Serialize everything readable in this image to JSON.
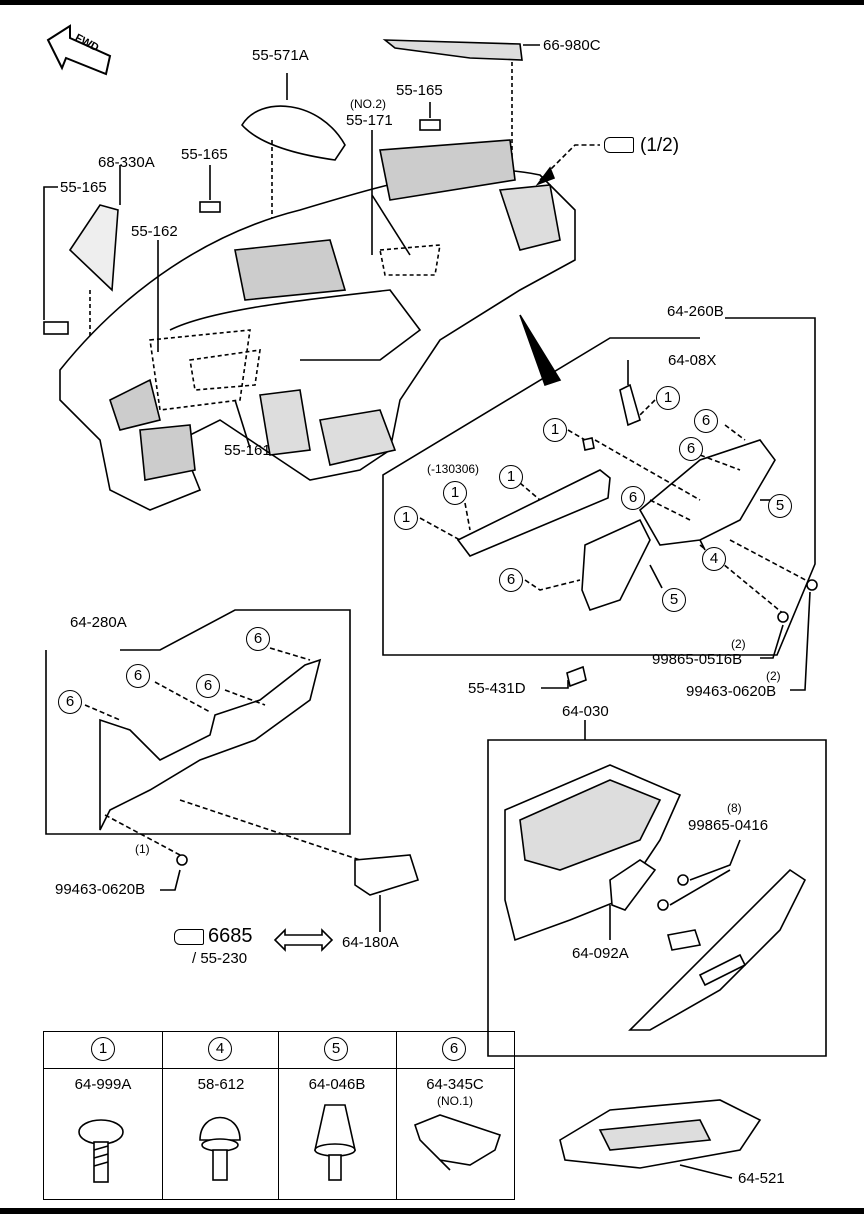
{
  "orientation": {
    "fwd_label": "FWD"
  },
  "references": {
    "page_ref": "(1/2)",
    "ref_6685": "6685",
    "ref_55230": "/ 55-230"
  },
  "labels": {
    "p66980C": "66-980C",
    "p55571A": "55-571A",
    "p55165_top": "55-165",
    "no2": "(NO.2)",
    "p55171": "55-171",
    "p68330A": "68-330A",
    "p55165_mid": "55-165",
    "p55165_left": "55-165",
    "p55162": "55-162",
    "p55161": "55-161",
    "p64260B": "64-260B",
    "p6408X": "64-08X",
    "date_code": "(-130306)",
    "p64280A": "64-280A",
    "p55431D": "55-431D",
    "p99865_0516B_qty": "(2)",
    "p99865_0516B": "99865-0516B",
    "p99463_0620B_qty": "(2)",
    "p99463_0620B": "99463-0620B",
    "p64030": "64-030",
    "p99865_0416_qty": "(8)",
    "p99865_0416": "99865-0416",
    "p99463_0620B_b_qty": "(1)",
    "p99463_0620B_b": "99463-0620B",
    "p64180A": "64-180A",
    "p64092A": "64-092A",
    "p64521": "64-521"
  },
  "callouts": {
    "one": "1",
    "four": "4",
    "five": "5",
    "six": "6"
  },
  "legend": {
    "columns": [
      {
        "num": "1",
        "part": "64-999A",
        "sub": ""
      },
      {
        "num": "4",
        "part": "58-612",
        "sub": ""
      },
      {
        "num": "5",
        "part": "64-046B",
        "sub": ""
      },
      {
        "num": "6",
        "part": "64-345C",
        "sub": "(NO.1)"
      }
    ]
  }
}
